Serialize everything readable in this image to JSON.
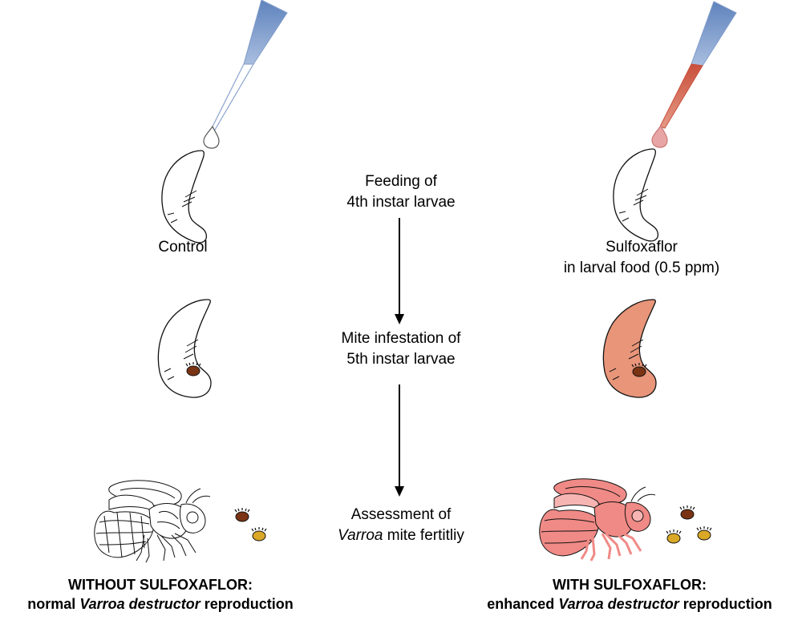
{
  "steps": {
    "feeding_line1": "Feeding of",
    "feeding_line2": "4th instar larvae",
    "infestation_line1": "Mite infestation of",
    "infestation_line2": "5th instar larvae",
    "assessment_line1": "Assessment of",
    "assessment_italic": "Varroa",
    "assessment_rest": " mite fertitliy"
  },
  "groups": {
    "control_label": "Control",
    "treatment_line1": "Sulfoxaflor",
    "treatment_line2": "in larval food (0.5 ppm)"
  },
  "outcomes": {
    "left_title": "WITHOUT SULFOXAFLOR:",
    "left_pre": "normal ",
    "left_italic": "Varroa destructor",
    "left_post": " reproduction",
    "right_title": "WITH SULFOXAFLOR:",
    "right_pre": "enhanced ",
    "right_italic": "Varroa destructor",
    "right_post": " reproduction"
  },
  "colors": {
    "pipette_blue": "#7f9cc9",
    "sulfoxaflor_red": "#d9735f",
    "larva_treated": "#e8957a",
    "bee_treated": "#f08a86",
    "mite_mother": "#7a3414",
    "mite_offspring": "#d9a826"
  },
  "icons": [
    "pipette-icon",
    "drop-icon",
    "larva-icon",
    "mite-icon",
    "bee-icon",
    "arrow-down-icon"
  ]
}
